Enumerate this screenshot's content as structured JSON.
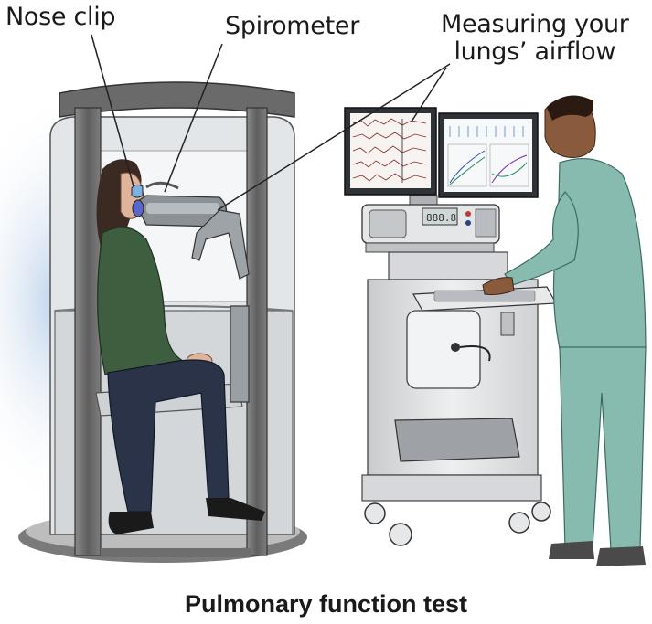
{
  "labels": {
    "nose_clip": "Nose clip",
    "spirometer": "Spirometer",
    "measuring_line1": "Measuring your",
    "measuring_line2": "lungs’ airflow"
  },
  "caption": "Pulmonary function test",
  "device_display": "888.8",
  "colors": {
    "booth_frame": "#6f6f6f",
    "booth_glass": "#e6ebee",
    "patient_sweater": "#3d5f3f",
    "patient_pants": "#2a3348",
    "scrubs": "#87bbb0",
    "cart": "#dcdddf",
    "screen_trace": "#8a2a2a",
    "line": "#222222"
  }
}
